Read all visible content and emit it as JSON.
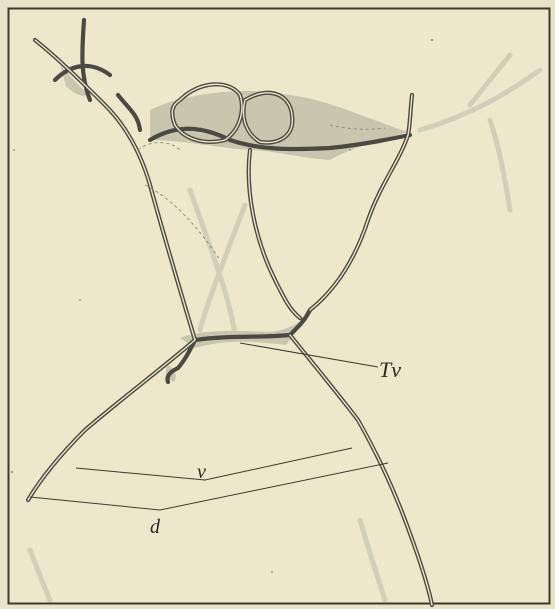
{
  "figure": {
    "labels": {
      "tv": "Tv",
      "v": "v",
      "d": "d"
    },
    "colors": {
      "paper": "#e9e4c8",
      "plate": "#ede7cc",
      "frame": "#3a3a32",
      "line": "#4a4a42",
      "membrane": "#c9c6b0",
      "faint": "#d2cfb9"
    }
  }
}
